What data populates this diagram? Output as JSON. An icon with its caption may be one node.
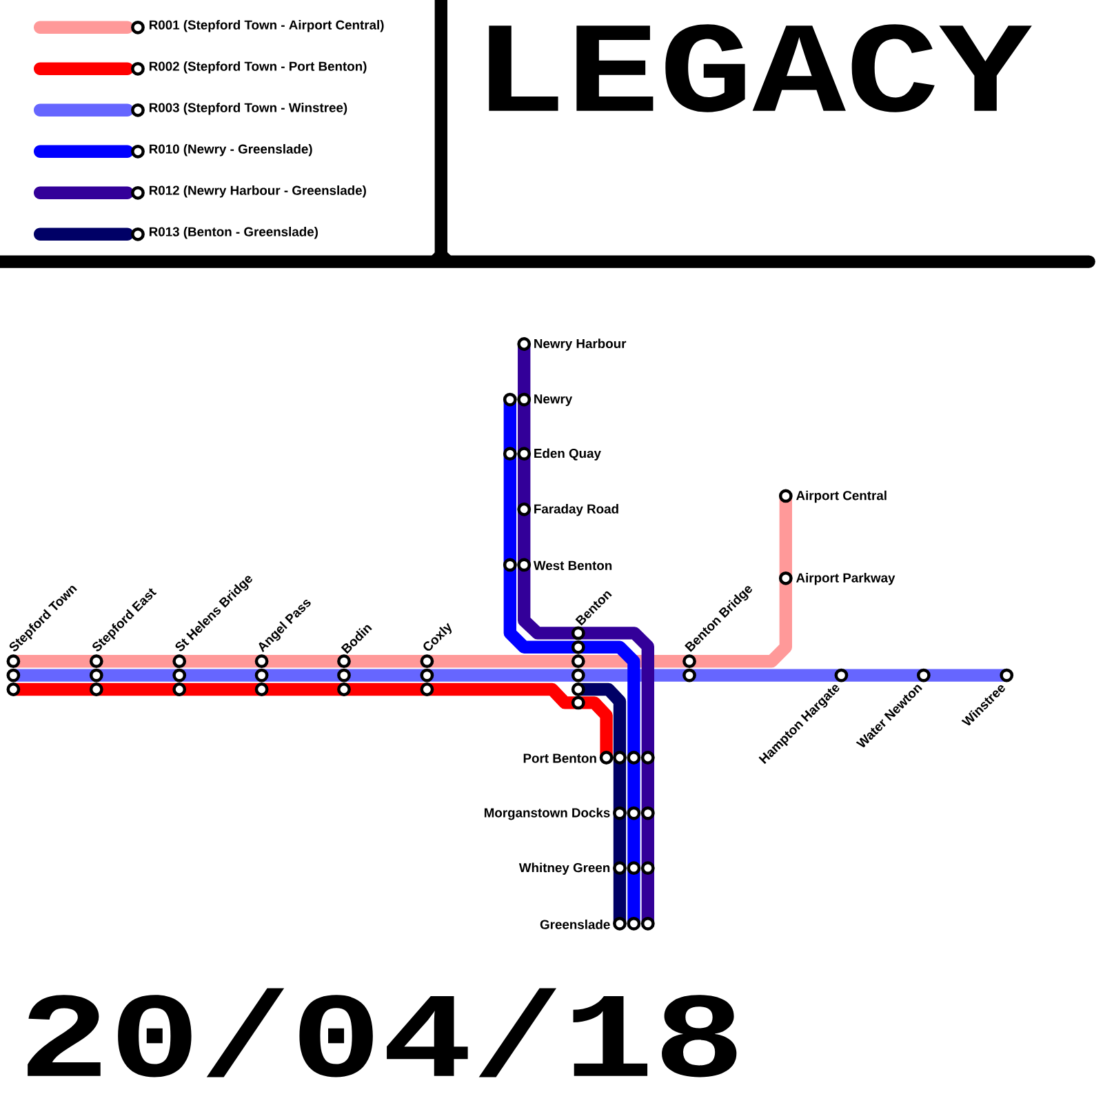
{
  "diagram": {
    "title": "LEGACY",
    "caption": "20/04/18",
    "nodes": [
      {
        "text": [
          "Stepford Town"
        ]
      },
      {
        "text": [
          "Stepford East"
        ]
      },
      {
        "text": [
          "St Helens Bridge"
        ]
      },
      {
        "text": [
          "Angel Pass"
        ]
      },
      {
        "text": [
          "Bodin"
        ]
      },
      {
        "text": [
          "Coxly"
        ]
      },
      {
        "text": [
          "Newry Harbour"
        ]
      },
      {
        "text": [
          "Newry"
        ]
      },
      {
        "text": [
          "Eden Quay"
        ]
      },
      {
        "text": [
          "Faraday Road"
        ]
      },
      {
        "text": [
          "West Benton"
        ]
      },
      {
        "text": [
          "Benton"
        ]
      },
      {
        "text": [
          "Port Benton"
        ]
      },
      {
        "text": [
          "Morganstown Docks"
        ]
      },
      {
        "text": [
          "Whitney Green"
        ]
      },
      {
        "text": [
          "Greenslade"
        ]
      },
      {
        "text": [
          "Benton Bridge"
        ]
      },
      {
        "text": [
          "Airport Parkway"
        ]
      },
      {
        "text": [
          "Airport Central"
        ]
      },
      {
        "text": [
          "Hampton Hargate"
        ]
      },
      {
        "text": [
          "Water Newton"
        ]
      },
      {
        "text": [
          "Winstree"
        ]
      }
    ],
    "edges": [
      {
        "from": 0,
        "to": 1,
        "arrow": "none",
        "color": "#ff9999"
      },
      {
        "from": 1,
        "to": 2,
        "arrow": "none",
        "color": "#ff9999"
      },
      {
        "from": 2,
        "to": 3,
        "arrow": "none",
        "color": "#ff9999"
      },
      {
        "from": 3,
        "to": 4,
        "arrow": "none",
        "color": "#ff9999"
      },
      {
        "from": 4,
        "to": 5,
        "arrow": "none",
        "color": "#ff9999"
      },
      {
        "from": 5,
        "to": 11,
        "arrow": "none",
        "color": "#ff9999"
      },
      {
        "from": 11,
        "to": 16,
        "arrow": "none",
        "color": "#ff9999"
      },
      {
        "from": 16,
        "to": 17,
        "arrow": "none",
        "color": "#ff9999"
      },
      {
        "from": 17,
        "to": 18,
        "arrow": "none",
        "color": "#ff9999"
      },
      {
        "from": 0,
        "to": 1,
        "arrow": "none",
        "color": "#6666ff"
      },
      {
        "from": 1,
        "to": 2,
        "arrow": "none",
        "color": "#6666ff"
      },
      {
        "from": 2,
        "to": 3,
        "arrow": "none",
        "color": "#6666ff"
      },
      {
        "from": 3,
        "to": 4,
        "arrow": "none",
        "color": "#6666ff"
      },
      {
        "from": 4,
        "to": 5,
        "arrow": "none",
        "color": "#6666ff"
      },
      {
        "from": 5,
        "to": 11,
        "arrow": "none",
        "color": "#6666ff"
      },
      {
        "from": 11,
        "to": 16,
        "arrow": "none",
        "color": "#6666ff"
      },
      {
        "from": 16,
        "to": 19,
        "arrow": "none",
        "color": "#6666ff"
      },
      {
        "from": 19,
        "to": 20,
        "arrow": "none",
        "color": "#6666ff"
      },
      {
        "from": 20,
        "to": 21,
        "arrow": "none",
        "color": "#6666ff"
      },
      {
        "from": 0,
        "to": 1,
        "arrow": "none",
        "color": "#ff0000"
      },
      {
        "from": 1,
        "to": 2,
        "arrow": "none",
        "color": "#ff0000"
      },
      {
        "from": 2,
        "to": 3,
        "arrow": "none",
        "color": "#ff0000"
      },
      {
        "from": 3,
        "to": 4,
        "arrow": "none",
        "color": "#ff0000"
      },
      {
        "from": 4,
        "to": 5,
        "arrow": "none",
        "color": "#ff0000"
      },
      {
        "from": 5,
        "to": 11,
        "arrow": "none",
        "color": "#ff0000"
      },
      {
        "from": 11,
        "to": 12,
        "arrow": "none",
        "color": "#ff0000"
      },
      {
        "from": 11,
        "to": 12,
        "arrow": "none",
        "color": "#000066"
      },
      {
        "from": 12,
        "to": 13,
        "arrow": "none",
        "color": "#000066"
      },
      {
        "from": 13,
        "to": 14,
        "arrow": "none",
        "color": "#000066"
      },
      {
        "from": 14,
        "to": 15,
        "arrow": "none",
        "color": "#000066"
      },
      {
        "from": 7,
        "to": 8,
        "arrow": "none",
        "color": "#0000ff"
      },
      {
        "from": 8,
        "to": 10,
        "arrow": "none",
        "color": "#0000ff"
      },
      {
        "from": 10,
        "to": 11,
        "arrow": "none",
        "color": "#0000ff"
      },
      {
        "from": 11,
        "to": 12,
        "arrow": "none",
        "color": "#0000ff"
      },
      {
        "from": 12,
        "to": 13,
        "arrow": "none",
        "color": "#0000ff"
      },
      {
        "from": 13,
        "to": 14,
        "arrow": "none",
        "color": "#0000ff"
      },
      {
        "from": 14,
        "to": 15,
        "arrow": "none",
        "color": "#0000ff"
      },
      {
        "from": 6,
        "to": 7,
        "arrow": "none",
        "color": "#330099"
      },
      {
        "from": 7,
        "to": 8,
        "arrow": "none",
        "color": "#330099"
      },
      {
        "from": 8,
        "to": 9,
        "arrow": "none",
        "color": "#330099"
      },
      {
        "from": 9,
        "to": 10,
        "arrow": "none",
        "color": "#330099"
      },
      {
        "from": 10,
        "to": 11,
        "arrow": "none",
        "color": "#330099"
      },
      {
        "from": 11,
        "to": 12,
        "arrow": "none",
        "color": "#330099"
      },
      {
        "from": 12,
        "to": 13,
        "arrow": "none",
        "color": "#330099"
      },
      {
        "from": 13,
        "to": 14,
        "arrow": "none",
        "color": "#330099"
      },
      {
        "from": 14,
        "to": 15,
        "arrow": "none",
        "color": "#330099"
      }
    ],
    "legend": [
      {
        "text": "R001 (Stepford Town - Airport Central)",
        "color": "#ff9999"
      },
      {
        "text": "R002 (Stepford Town - Port Benton)",
        "color": "#ff0000"
      },
      {
        "text": "R003 (Stepford Town - Winstree)",
        "color": "#6666ff"
      },
      {
        "text": "R010 (Newry - Greenslade)",
        "color": "#0000ff"
      },
      {
        "text": "R012 (Newry Harbour - Greenslade)",
        "color": "#330099"
      },
      {
        "text": "R013 (Benton - Greenslade)",
        "color": "#000066"
      }
    ]
  }
}
